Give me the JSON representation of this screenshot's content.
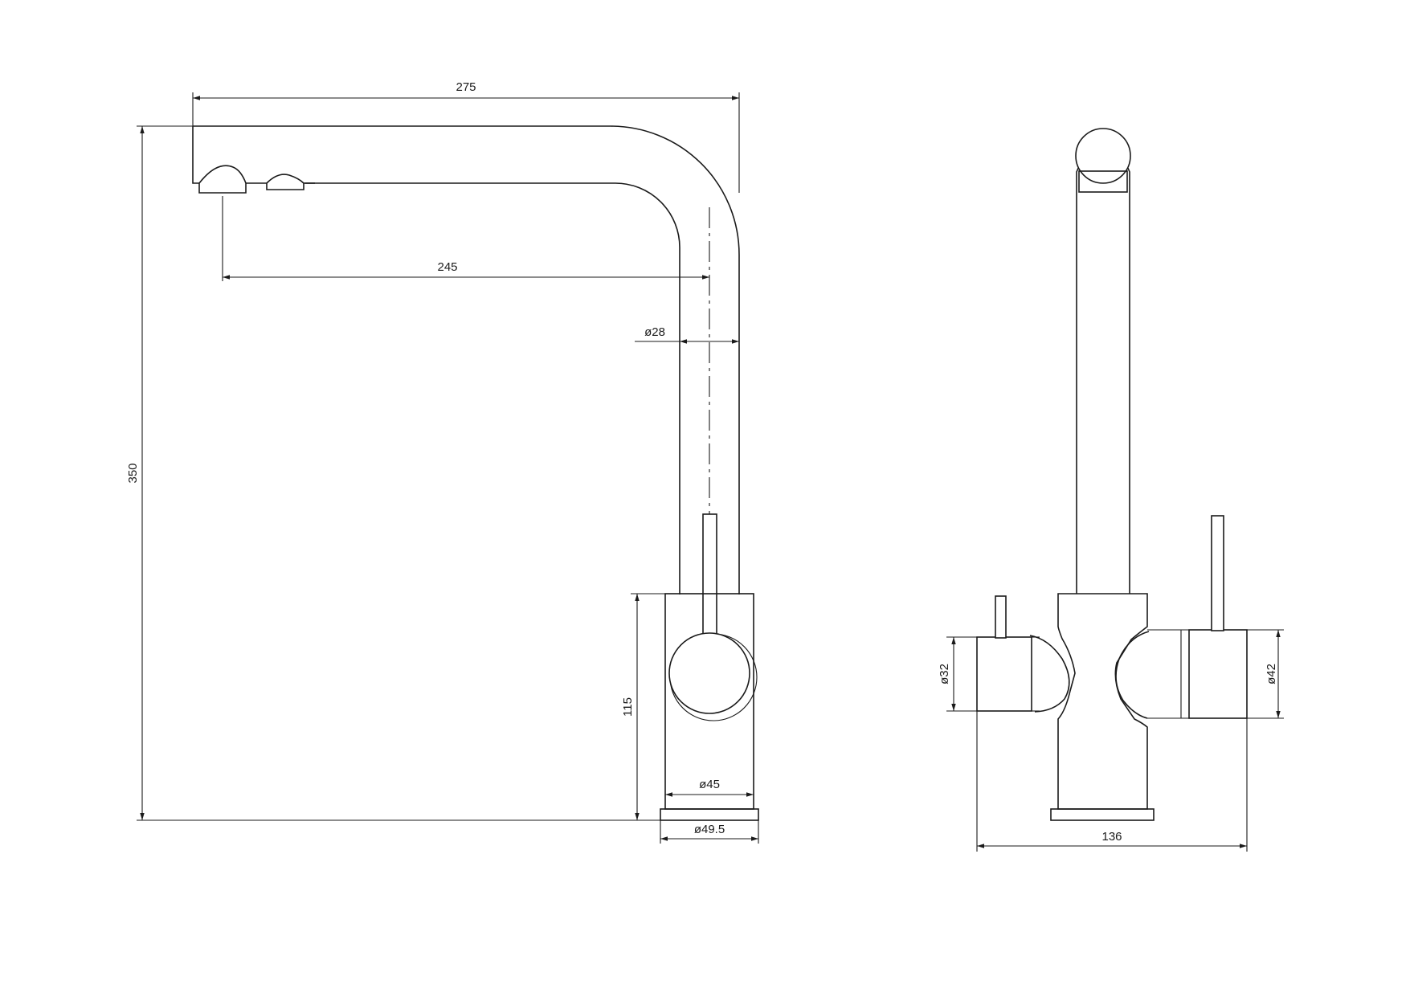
{
  "side_view": {
    "dim_overall_reach": "275",
    "dim_spout_reach": "245",
    "dim_spout_diameter": "ø28",
    "dim_overall_height": "350",
    "dim_body_height": "115",
    "dim_body_diameter": "ø45",
    "dim_base_diameter": "ø49.5"
  },
  "front_view": {
    "dim_left_handle_diameter": "ø32",
    "dim_right_handle_diameter": "ø42",
    "dim_overall_width": "136"
  }
}
